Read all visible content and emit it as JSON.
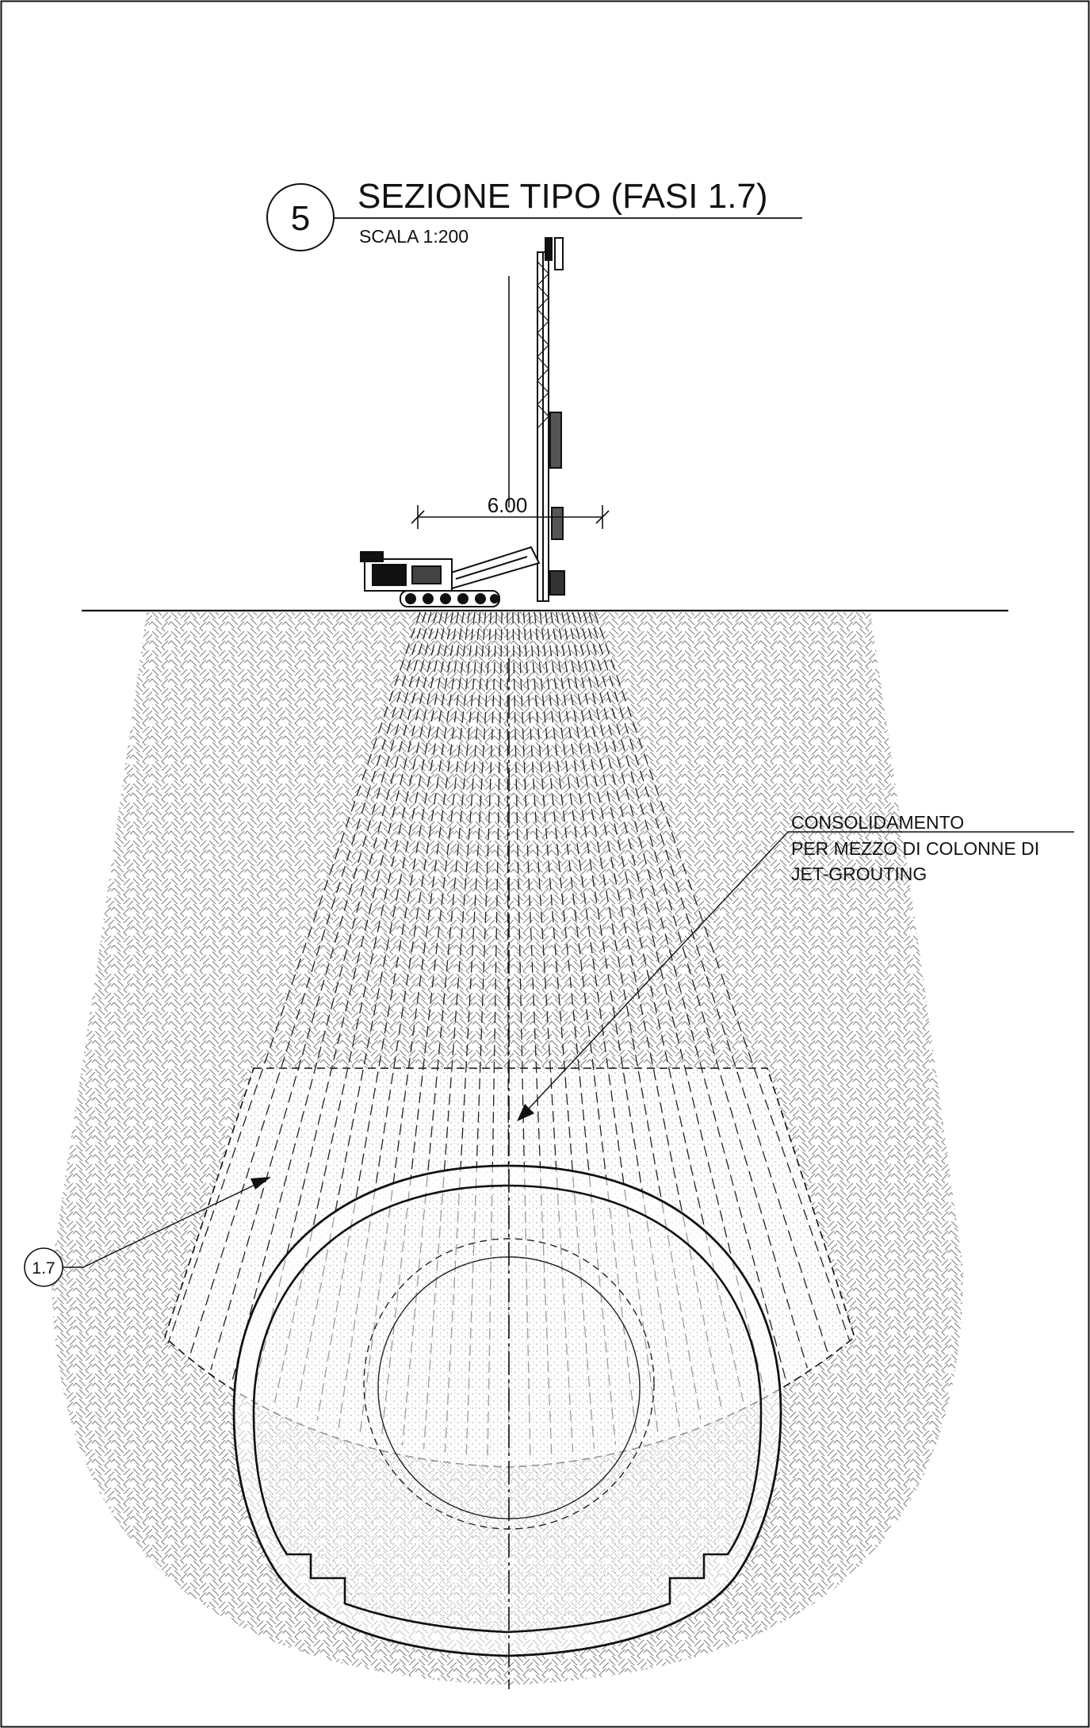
{
  "section": {
    "number": "5",
    "title": "SEZIONE TIPO (FASI 1.7)",
    "scale": "SCALA 1:200"
  },
  "dimension": {
    "value": "6.00"
  },
  "callouts": {
    "consolidation": {
      "line1": "CONSOLIDAMENTO",
      "line2": "PER MEZZO DI COLONNE DI",
      "line3": "JET-GROUTING"
    },
    "phase": {
      "label": "1.7"
    }
  },
  "colors": {
    "line": "#111111",
    "hatch": "#8a8a8a",
    "grout": "#9a9a9a"
  }
}
